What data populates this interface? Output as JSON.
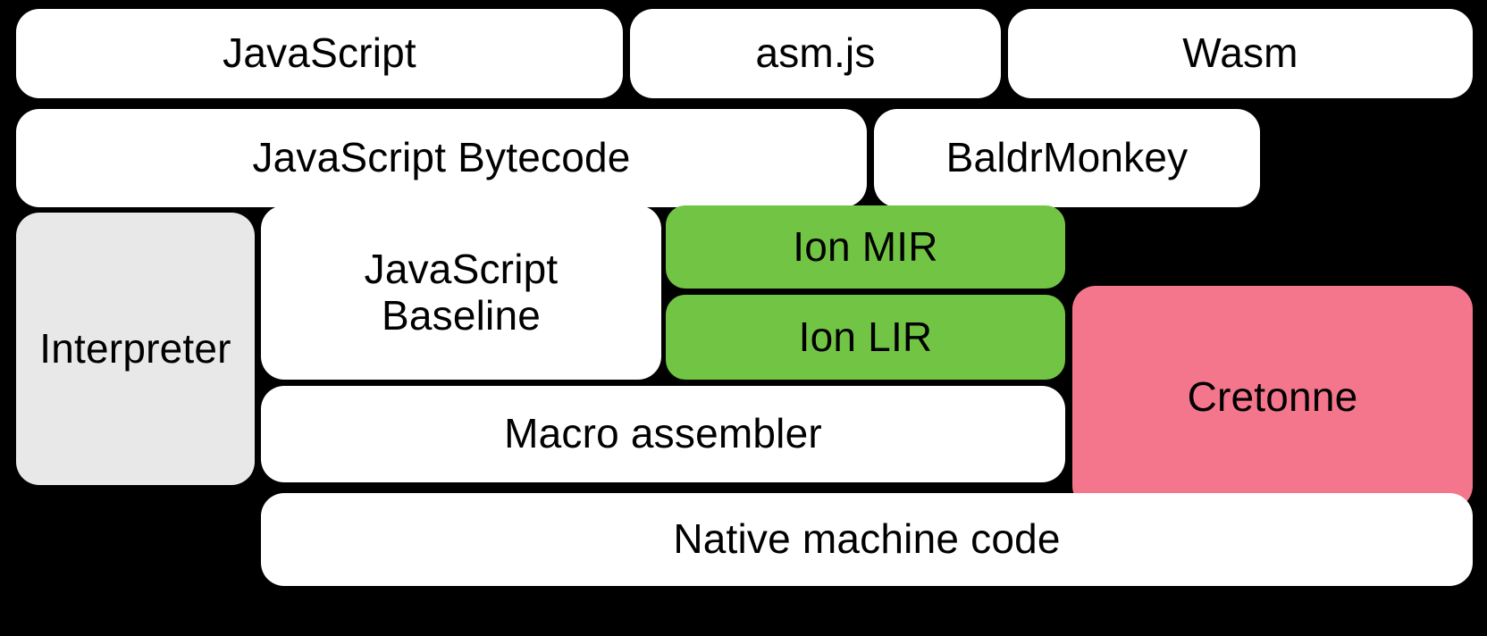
{
  "diagram": {
    "title": "SpiderMonkey compilation pipeline",
    "background_color": "#000000",
    "colors": {
      "white": "#FFFFFF",
      "gray": "#E8E8E8",
      "green": "#72C544",
      "pink": "#F4768C",
      "text": "#000000"
    },
    "rows": [
      {
        "name": "source-languages",
        "nodes": [
          {
            "id": "javascript",
            "label": "JavaScript",
            "fill": "white"
          },
          {
            "id": "asmjs",
            "label": "asm.js",
            "fill": "white"
          },
          {
            "id": "wasm",
            "label": "Wasm",
            "fill": "white"
          }
        ]
      },
      {
        "name": "front-end-representations",
        "nodes": [
          {
            "id": "js-bytecode",
            "label": "JavaScript Bytecode",
            "fill": "white"
          },
          {
            "id": "baldrmonkey",
            "label": "BaldrMonkey",
            "fill": "white"
          }
        ]
      },
      {
        "name": "engines-and-irs",
        "nodes": [
          {
            "id": "interpreter",
            "label": "Interpreter",
            "fill": "gray"
          },
          {
            "id": "js-baseline",
            "label": "JavaScript\nBaseline",
            "fill": "white"
          },
          {
            "id": "ion-mir",
            "label": "Ion MIR",
            "fill": "green"
          },
          {
            "id": "ion-lir",
            "label": "Ion LIR",
            "fill": "green"
          },
          {
            "id": "cretonne",
            "label": "Cretonne",
            "fill": "pink"
          }
        ]
      },
      {
        "name": "code-emission",
        "nodes": [
          {
            "id": "macro-assembler",
            "label": "Macro assembler",
            "fill": "white"
          }
        ]
      },
      {
        "name": "output",
        "nodes": [
          {
            "id": "native-code",
            "label": "Native machine code",
            "fill": "white"
          }
        ]
      }
    ]
  },
  "labels": {
    "javascript": "JavaScript",
    "asmjs": "asm.js",
    "wasm": "Wasm",
    "js_bytecode": "JavaScript Bytecode",
    "baldrmonkey": "BaldrMonkey",
    "interpreter": "Interpreter",
    "js_baseline": "JavaScript\nBaseline",
    "ion_mir": "Ion MIR",
    "ion_lir": "Ion LIR",
    "cretonne": "Cretonne",
    "macro_assembler": "Macro assembler",
    "native_code": "Native machine code"
  }
}
